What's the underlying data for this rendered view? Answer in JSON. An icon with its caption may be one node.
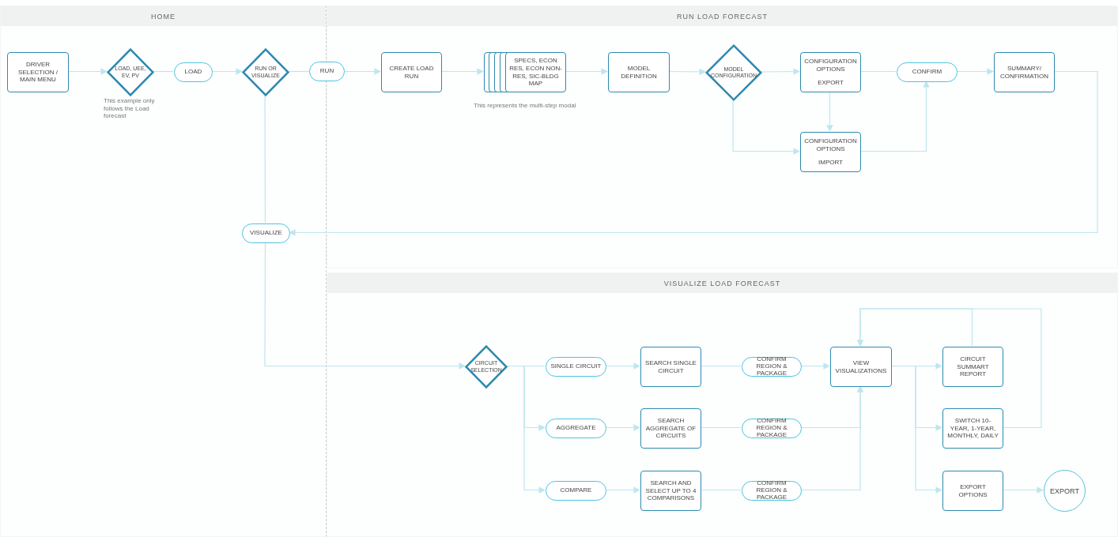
{
  "diagram": {
    "nodes": [
      {
        "text": [
          "HOME"
        ]
      },
      {
        "text": [
          "DRIVER SELECTION / MAIN MENU"
        ],
        "in": 0
      },
      {
        "text": [
          "LOAD, UEE, EV, PV"
        ],
        "in": 0,
        "beside": [
          "This example only follows the Load forecast"
        ]
      },
      {
        "text": [
          "LOAD"
        ],
        "in": 0
      },
      {
        "text": [
          "RUN OR VISUALIZE"
        ],
        "in": 0
      },
      {
        "text": [
          "VISUALIZE"
        ],
        "in": 0
      },
      {
        "text": [
          "RUN"
        ]
      },
      {
        "text": [
          "RUN LOAD FORECAST"
        ]
      },
      {
        "text": [
          "CREATE LOAD RUN"
        ],
        "in": 7
      },
      {
        "text": [
          "SPECS, ECON RES, ECON NON-RES, SIC-BLDG MAP"
        ],
        "in": 7,
        "beside": [
          "This represents the multi-step modal"
        ]
      },
      {
        "text": [
          "MODEL DEFINITION"
        ],
        "in": 7
      },
      {
        "text": [
          "MODEL CONFIGURATION"
        ],
        "in": 7
      },
      {
        "text": [
          "CONFIGURATION OPTIONS",
          "EXPORT"
        ],
        "in": 7
      },
      {
        "text": [
          "CONFIGURATION OPTIONS",
          "IMPORT"
        ],
        "in": 7
      },
      {
        "text": [
          "CONFIRM"
        ],
        "in": 7
      },
      {
        "text": [
          "SUMMARY/ CONFIRMATION"
        ],
        "in": 7
      },
      {
        "text": [
          "VISUALIZE LOAD FORECAST"
        ]
      },
      {
        "text": [
          "CIRCUIT SELECTION"
        ],
        "in": 16
      },
      {
        "text": [
          "SINGLE CIRCUIT"
        ],
        "in": 16
      },
      {
        "text": [
          "AGGREGATE"
        ],
        "in": 16
      },
      {
        "text": [
          "COMPARE"
        ],
        "in": 16
      },
      {
        "text": [
          "SEARCH SINGLE CIRCUIT"
        ],
        "in": 16
      },
      {
        "text": [
          "SEARCH AGGREGATE OF CIRCUITS"
        ],
        "in": 16
      },
      {
        "text": [
          "SEARCH AND SELECT UP TO 4 COMPARISONS"
        ],
        "in": 16
      },
      {
        "text": [
          "CONFIRM REGION & PACKAGE"
        ],
        "in": 16
      },
      {
        "text": [
          "CONFIRM REGION & PACKAGE"
        ],
        "in": 16
      },
      {
        "text": [
          "CONFIRM REGION & PACKAGE"
        ],
        "in": 16
      },
      {
        "text": [
          "VIEW VISUALIZATIONS"
        ],
        "in": 16
      },
      {
        "text": [
          "CIRCUIT SUMMART REPORT"
        ],
        "in": 16
      },
      {
        "text": [
          "SWITCH 10-YEAR, 1-YEAR, MONTHLY, DAILY"
        ],
        "in": 16
      },
      {
        "text": [
          "EXPORT OPTIONS"
        ],
        "in": 16
      },
      {
        "text": [
          "EXPORT"
        ],
        "in": 16
      }
    ],
    "edges": [
      {
        "from": 1,
        "to": 2,
        "arrow": "to"
      },
      {
        "from": 2,
        "to": 3,
        "arrow": "none"
      },
      {
        "from": 3,
        "to": 4,
        "arrow": "to"
      },
      {
        "from": 4,
        "to": 6,
        "arrow": "none"
      },
      {
        "from": 6,
        "to": 8,
        "arrow": "to"
      },
      {
        "from": 8,
        "to": 9,
        "arrow": "to"
      },
      {
        "from": 9,
        "to": 10,
        "arrow": "to"
      },
      {
        "from": 10,
        "to": 11,
        "arrow": "to"
      },
      {
        "from": 11,
        "to": 12,
        "arrow": "to"
      },
      {
        "from": 11,
        "to": 13,
        "arrow": "to"
      },
      {
        "from": 12,
        "to": 13,
        "arrow": "to"
      },
      {
        "from": 12,
        "to": 14,
        "arrow": "none"
      },
      {
        "from": 13,
        "to": 14,
        "arrow": "to"
      },
      {
        "from": 14,
        "to": 15,
        "arrow": "to"
      },
      {
        "from": 15,
        "to": 5,
        "arrow": "to"
      },
      {
        "from": 4,
        "to": 5,
        "arrow": "none"
      },
      {
        "from": 5,
        "to": 17,
        "arrow": "to"
      },
      {
        "from": 17,
        "to": 18,
        "arrow": "none"
      },
      {
        "from": 17,
        "to": 19,
        "arrow": "to"
      },
      {
        "from": 17,
        "to": 20,
        "arrow": "to"
      },
      {
        "from": 18,
        "to": 21,
        "arrow": "to"
      },
      {
        "from": 19,
        "to": 22,
        "arrow": "to"
      },
      {
        "from": 20,
        "to": 23,
        "arrow": "to"
      },
      {
        "from": 21,
        "to": 24,
        "arrow": "none"
      },
      {
        "from": 22,
        "to": 25,
        "arrow": "none"
      },
      {
        "from": 23,
        "to": 26,
        "arrow": "none"
      },
      {
        "from": 24,
        "to": 27,
        "arrow": "to"
      },
      {
        "from": 25,
        "to": 27,
        "arrow": "to"
      },
      {
        "from": 26,
        "to": 27,
        "arrow": "to"
      },
      {
        "from": 27,
        "to": 28,
        "arrow": "to"
      },
      {
        "from": 27,
        "to": 29,
        "arrow": "to"
      },
      {
        "from": 27,
        "to": 30,
        "arrow": "to"
      },
      {
        "from": 28,
        "to": 27,
        "arrow": "to"
      },
      {
        "from": 29,
        "to": 27,
        "arrow": "to"
      },
      {
        "from": 30,
        "to": 31,
        "arrow": "to"
      }
    ]
  }
}
